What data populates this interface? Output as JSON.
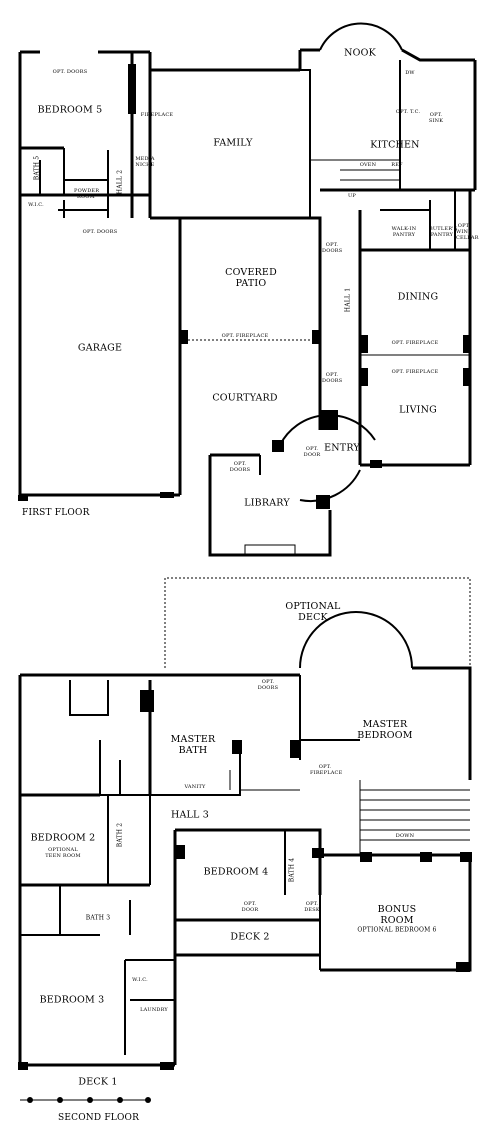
{
  "floors": {
    "first": {
      "caption": "FIRST FLOOR",
      "rooms": {
        "nook": "NOOK",
        "bedroom5": "BEDROOM 5",
        "family": "FAMILY",
        "kitchen": "KITCHEN",
        "bath5": "BATH 5",
        "hall2": "HALL 2",
        "powder": "POWDER ROOM",
        "garage": "GARAGE",
        "covered_patio": "COVERED PATIO",
        "courtyard": "COURTYARD",
        "hall1": "HALL 1",
        "dining": "DINING",
        "living": "LIVING",
        "entry": "ENTRY",
        "library": "LIBRARY"
      },
      "notes": {
        "opt_doors_bed5": "OPT. DOORS",
        "fireplace_family": "FIREPLACE",
        "media_niche": "MEDIA NICHE",
        "wic": "W.I.C.",
        "opt_doors_garage": "OPT. DOORS",
        "dw": "DW",
        "opt_tc": "OPT. T.C.",
        "opt_sink": "OPT. SINK",
        "oven": "OVEN",
        "ref": "REF",
        "walkin_pantry": "WALK-IN PANTRY",
        "butlers_pantry": "BUTLER'S PANTRY",
        "opt_wine": "OPT. WINE CELLAR",
        "opt_doors_1": "OPT. DOORS",
        "opt_fireplace_patio": "OPT. FIREPLACE",
        "opt_doors_2": "OPT. DOORS",
        "opt_fireplace_dining": "OPT. FIREPLACE",
        "opt_fireplace_living": "OPT. FIREPLACE",
        "opt_door_entry": "OPT. DOOR",
        "opt_doors_library": "OPT. DOORS",
        "up": "UP"
      }
    },
    "second": {
      "caption": "SECOND FLOOR",
      "rooms": {
        "optional_deck": "OPTIONAL DECK",
        "master_bath": "MASTER BATH",
        "master_bedroom": "MASTER BEDROOM",
        "hall3": "HALL 3",
        "bedroom2": "BEDROOM 2",
        "bedroom2_opt": "OPTIONAL TEEN ROOM",
        "bath2": "BATH 2",
        "bedroom4": "BEDROOM 4",
        "bath4": "BATH 4",
        "bonus_room": "BONUS ROOM",
        "bonus_opt": "OPTIONAL BEDROOM 6",
        "bath3": "BATH 3",
        "deck2": "DECK 2",
        "bedroom3": "BEDROOM 3",
        "laundry": "LAUNDRY",
        "deck1": "DECK 1"
      },
      "notes": {
        "opt_doors_master": "OPT. DOORS",
        "vanity": "VANITY",
        "opt_fireplace_master": "OPT. FIREPLACE",
        "down": "DOWN",
        "opt_door_bed4": "OPT. DOOR",
        "opt_desk": "OPT. DESK",
        "wic": "W.I.C."
      }
    }
  }
}
